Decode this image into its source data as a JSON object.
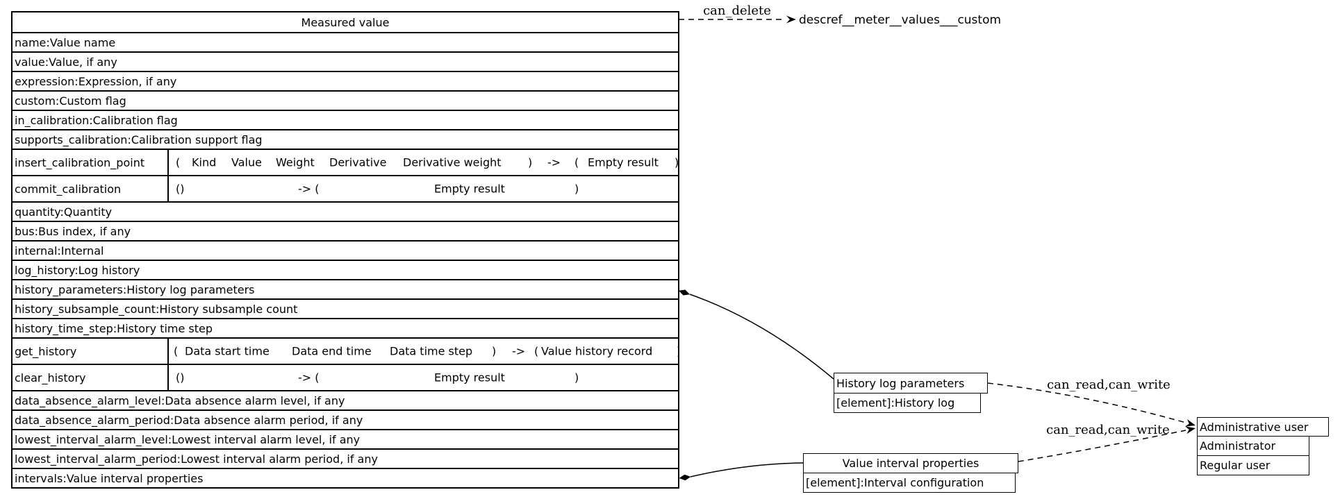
{
  "main_table": {
    "title": "Measured value",
    "attr_rows": [
      "name:Value name",
      "value:Value, if any",
      "expression:Expression, if any",
      "custom:Custom flag",
      "in_calibration:Calibration flag",
      "supports_calibration:Calibration support flag",
      "quantity:Quantity",
      "bus:Bus index, if any",
      "internal:Internal",
      "log_history:Log history",
      "history_parameters:History log parameters",
      "history_subsample_count:History subsample count",
      "history_time_step:History time step",
      "data_absence_alarm_level:Data absence alarm level, if any",
      "data_absence_alarm_period:Data absence alarm period, if any",
      "lowest_interval_alarm_level:Lowest interval alarm level, if any",
      "lowest_interval_alarm_period:Lowest interval alarm period, if any",
      "intervals:Value interval properties"
    ],
    "methods": {
      "insert_calibration_point": {
        "name": "insert_calibration_point",
        "tokens": [
          "(",
          "Kind",
          "Value",
          "Weight",
          "Derivative",
          "Derivative weight",
          ")",
          "->",
          "(",
          "Empty result",
          ")"
        ]
      },
      "commit_calibration": {
        "name": "commit_calibration",
        "tokens": [
          "()",
          "-> (",
          "Empty result",
          ")"
        ]
      },
      "get_history": {
        "name": "get_history",
        "tokens": [
          "(",
          "Data start time",
          "Data end time",
          "Data time step",
          ")",
          "->",
          "(",
          "Value history record",
          ")"
        ]
      },
      "clear_history": {
        "name": "clear_history",
        "tokens": [
          "()",
          "-> (",
          "Empty result",
          ")"
        ]
      }
    }
  },
  "nodes": {
    "descref": {
      "label": "descref__meter__values___custom"
    },
    "history_log_parameters": {
      "title": "History log parameters",
      "row": "[element]:History log"
    },
    "value_interval_properties": {
      "title": "Value interval properties",
      "row": "[element]:Interval configuration"
    },
    "administrative_user": {
      "title": "Administrative user",
      "rows": [
        "Administrator",
        "Regular user"
      ]
    }
  },
  "edges": {
    "can_delete": {
      "label": "can_delete"
    },
    "history_to_admin": {
      "label": "can_read,can_write"
    },
    "intervals_to_admin": {
      "label": "can_read,can_write"
    }
  },
  "colors": {
    "line": "#000000",
    "background": "#ffffff"
  }
}
